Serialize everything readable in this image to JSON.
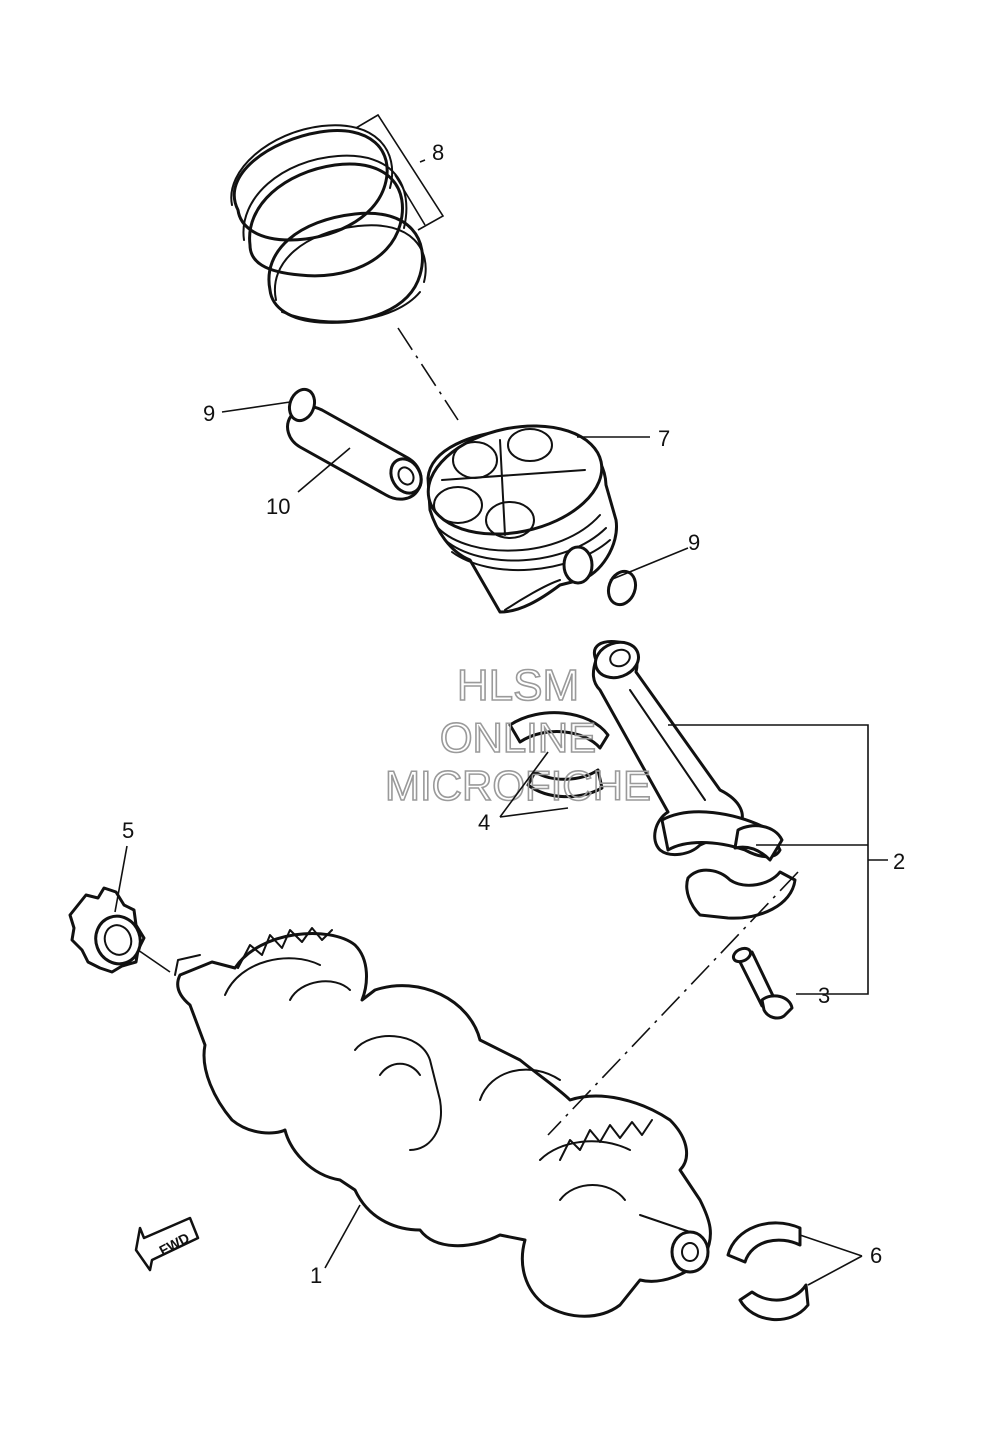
{
  "watermark": {
    "line1": "HLSM",
    "line2": "ONLINE",
    "line3": "MICROFICHE"
  },
  "direction_arrow": {
    "label": "FWD"
  },
  "callouts": [
    {
      "id": "callout-8",
      "label": "8"
    },
    {
      "id": "callout-9-left",
      "label": "9"
    },
    {
      "id": "callout-10",
      "label": "10"
    },
    {
      "id": "callout-7",
      "label": "7"
    },
    {
      "id": "callout-9-right",
      "label": "9"
    },
    {
      "id": "callout-2",
      "label": "2"
    },
    {
      "id": "callout-4",
      "label": "4"
    },
    {
      "id": "callout-5",
      "label": "5"
    },
    {
      "id": "callout-3",
      "label": "3"
    },
    {
      "id": "callout-1",
      "label": "1"
    },
    {
      "id": "callout-6",
      "label": "6"
    }
  ]
}
